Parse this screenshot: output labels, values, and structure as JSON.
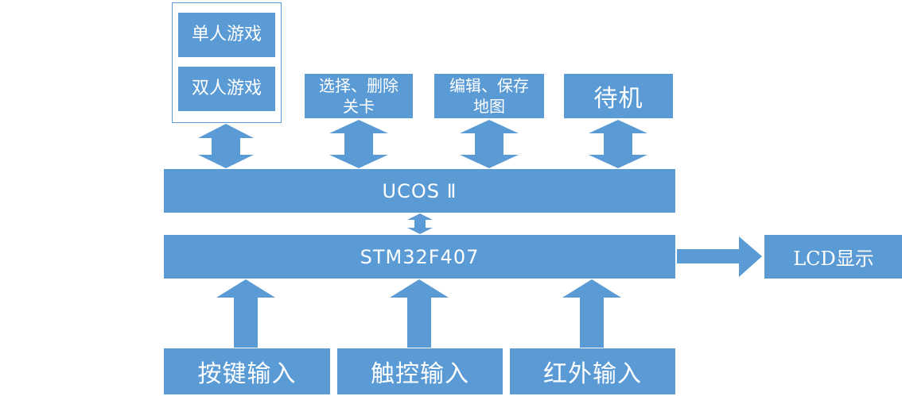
{
  "game_modes": {
    "single": "单人游戏",
    "double": "双人游戏"
  },
  "functions": {
    "select_delete": "选择、删除\n关卡",
    "edit_save": "编辑、保存\n地图",
    "standby": "待机"
  },
  "os_layer": "UCOS Ⅱ",
  "mcu": "STM32F407",
  "display": "LCD显示",
  "inputs": {
    "keys": "按键输入",
    "touch": "触控输入",
    "infrared": "红外输入"
  },
  "colors": {
    "block": "#5B9BD5",
    "text": "#FFFFFF"
  }
}
